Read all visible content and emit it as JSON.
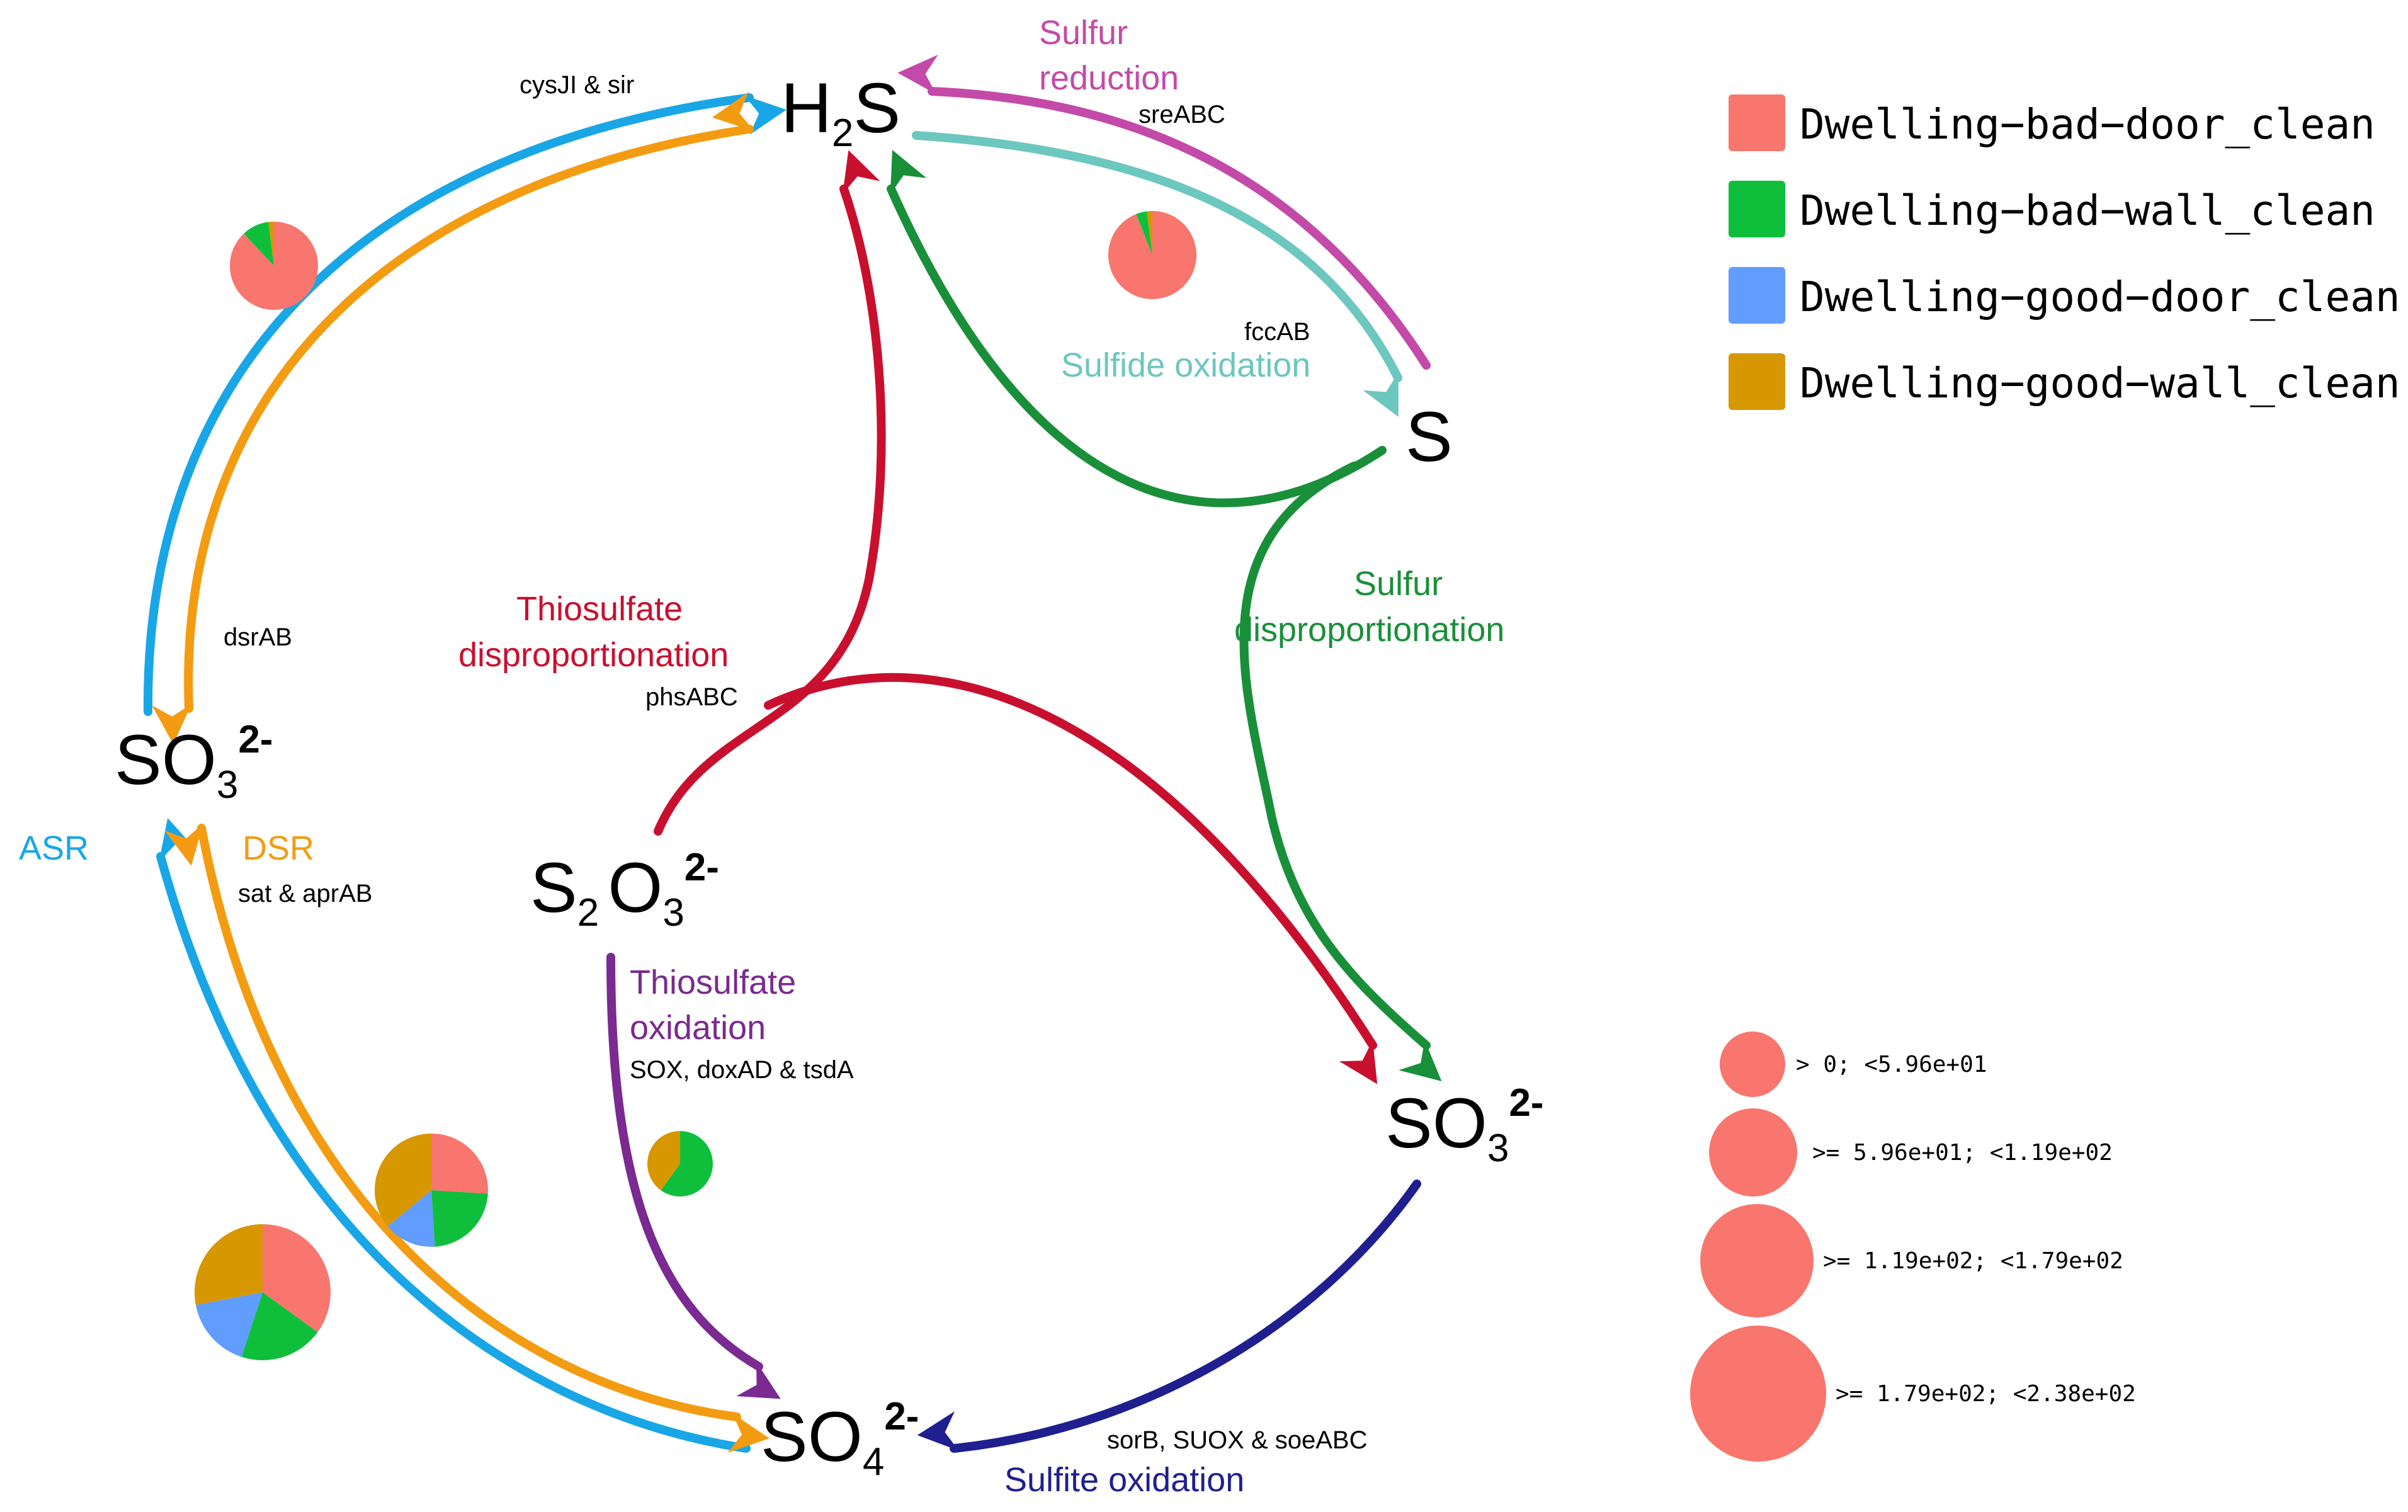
{
  "colors": {
    "bad_door": "#f8766d",
    "bad_wall": "#0fbf3c",
    "good_door": "#619cff",
    "good_wall": "#d69700",
    "asr_blue": "#19a6e6",
    "dsr_orange": "#f39c12",
    "sulfur_reduction_magenta": "#c34aa8",
    "sulfide_oxidation_teal": "#6cc7bf",
    "thiosulfate_disp_red": "#c8102e",
    "sulfur_disp_green": "#1a8f3a",
    "thiosulfate_ox_purple": "#7a2a90",
    "sulfite_ox_navy": "#1f1f8f"
  },
  "compounds": {
    "h2s": {
      "base": "H",
      "sub": "2",
      "tail": "S"
    },
    "s": {
      "base": "S"
    },
    "so3_left": {
      "base": "SO",
      "sub": "3",
      "sup": "2-"
    },
    "so3_right": {
      "base": "SO",
      "sub": "3",
      "sup": "2-"
    },
    "s2o3": {
      "base1": "S",
      "sub1": "2",
      "base2": "O",
      "sub2": "3",
      "sup": "2-"
    },
    "so4": {
      "base": "SO",
      "sub": "4",
      "sup": "2-"
    }
  },
  "pathways": {
    "sulfur_reduction": {
      "line1": "Sulfur",
      "line2": "reduction",
      "genes": "sreABC"
    },
    "sulfide_oxidation": {
      "label": "Sulfide oxidation",
      "genes": "fccAB"
    },
    "thiosulfate_disproportionation": {
      "line1": "Thiosulfate",
      "line2": "disproportionation",
      "genes": "phsABC"
    },
    "sulfur_disproportionation": {
      "line1": "Sulfur",
      "line2": "disproportionation"
    },
    "thiosulfate_oxidation": {
      "line1": "Thiosulfate",
      "line2": "oxidation",
      "genes": "SOX, doxAD & tsdA"
    },
    "sulfite_oxidation": {
      "label": "Sulfite oxidation",
      "genes": "sorB, SUOX & soeABC"
    },
    "asr": {
      "label": "ASR",
      "genes_top": "cysJI & sir"
    },
    "dsr": {
      "label": "DSR",
      "genes_top": "dsrAB",
      "genes_bottom": "sat & aprAB"
    }
  },
  "legend": {
    "categories": [
      {
        "label": "Dwelling−bad−door_clean",
        "color": "#f8766d"
      },
      {
        "label": "Dwelling−bad−wall_clean",
        "color": "#0fbf3c"
      },
      {
        "label": "Dwelling−good−door_clean",
        "color": "#619cff"
      },
      {
        "label": "Dwelling−good−wall_clean",
        "color": "#d69700"
      }
    ],
    "sizes": [
      {
        "label": "> 0; <5.96e+01"
      },
      {
        "label": ">= 5.96e+01; <1.19e+02"
      },
      {
        "label": ">= 1.19e+02; <1.79e+02"
      },
      {
        "label": ">= 1.79e+02; <2.38e+02"
      }
    ]
  },
  "pies": [
    {
      "name": "pie-asr-top",
      "size_class": 1,
      "fractions": [
        0.88,
        0.1,
        0.0,
        0.02
      ]
    },
    {
      "name": "pie-sulfide-oxidation",
      "size_class": 1,
      "fractions": [
        0.94,
        0.04,
        0.0,
        0.02
      ]
    },
    {
      "name": "pie-thiosulfate-oxidation",
      "size_class": 0,
      "fractions": [
        0.0,
        0.6,
        0.0,
        0.4
      ]
    },
    {
      "name": "pie-dsr-bottom",
      "size_class": 2,
      "fractions": [
        0.26,
        0.23,
        0.15,
        0.36
      ]
    },
    {
      "name": "pie-asr-bottom",
      "size_class": 3,
      "fractions": [
        0.35,
        0.2,
        0.17,
        0.28
      ]
    }
  ]
}
